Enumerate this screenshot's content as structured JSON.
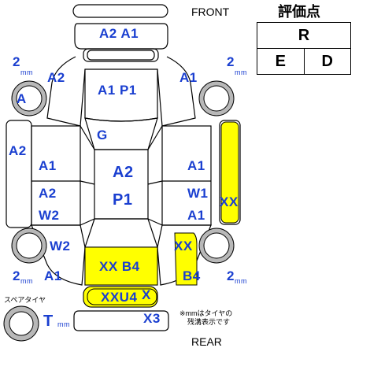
{
  "header": {
    "front": "FRONT",
    "rear": "REAR",
    "score_title": "評価点"
  },
  "score": {
    "overall": "R",
    "exterior": "E",
    "interior": "D"
  },
  "labels": {
    "front_bumper": "A2  A1",
    "hood": "A1   P1",
    "front_left_fender": "A2",
    "front_right_fender": "A1",
    "front_left_wheel": "A",
    "left_side_panel": "A2",
    "windshield": "G",
    "left_front_door": "A1",
    "left_rear_door_1": "A2",
    "left_rear_door_2": "W2",
    "roof_1": "A2",
    "roof_2": "P1",
    "right_front_door": "A1",
    "right_rear_door_1": "W1",
    "right_rear_door_2": "A1",
    "right_side_panel": "XX",
    "left_quarter": "W2",
    "right_quarter": "XX",
    "left_rear_lower": "A1",
    "trunk": "XX  B4",
    "right_rear_lower": "B4",
    "rear_bumper": "XXU4",
    "rear_bumper_x": "X",
    "rear_lower": "X3",
    "spare_tire": "T"
  },
  "tires": {
    "front_left": "2",
    "front_right": "2",
    "rear_left": "2",
    "rear_right": "2",
    "unit": "mm",
    "spare_label": "スペアタイヤ"
  },
  "note": {
    "line1": "※mmはタイヤの",
    "line2": "残溝表示です"
  },
  "colors": {
    "highlight": "#ffff00",
    "label": "#1a3fd0",
    "outline": "#000000"
  }
}
